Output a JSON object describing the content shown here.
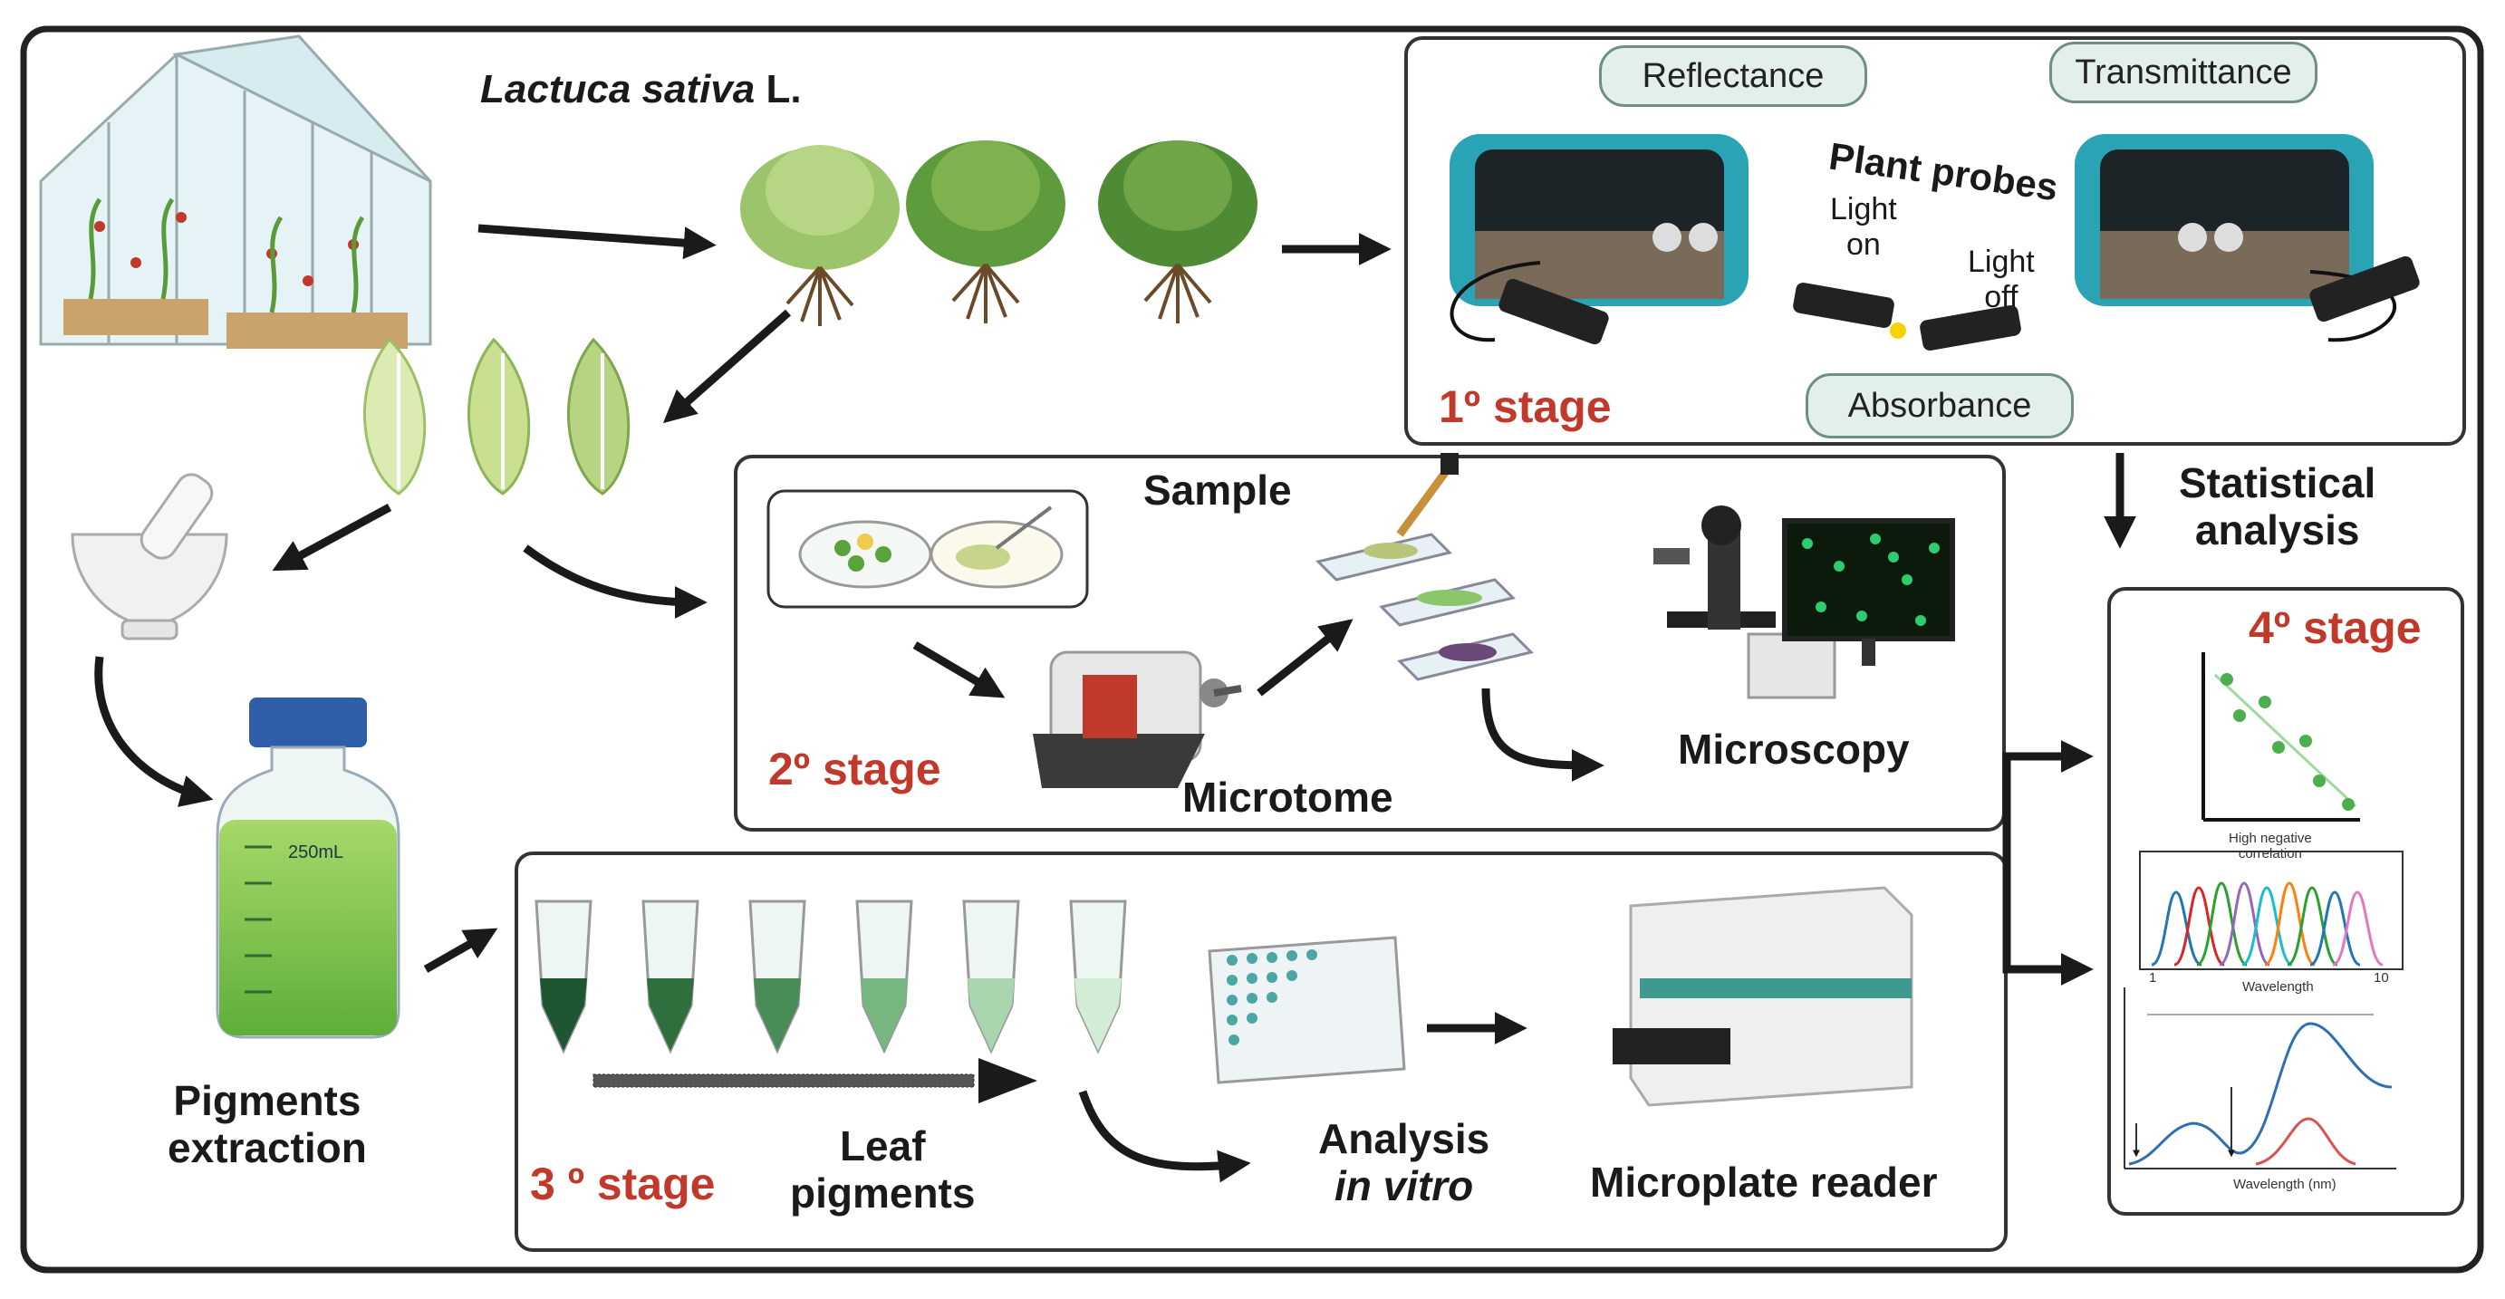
{
  "species": {
    "genus_species": "Lactuca sativa",
    "authority": "L."
  },
  "stage1": {
    "stage_label": "1º stage",
    "reflectance": "Reflectance",
    "transmittance": "Transmittance",
    "absorbance": "Absorbance",
    "plant_probes": "Plant probes",
    "light_on": [
      "Light",
      "on"
    ],
    "light_off": [
      "Light",
      "off"
    ]
  },
  "stage2": {
    "stage_label": "2º stage",
    "sample": "Sample",
    "microtome": "Microtome",
    "microscopy": "Microscopy"
  },
  "stage3": {
    "stage_label": "3 º stage",
    "leaf_pigments": [
      "Leaf",
      "pigments"
    ],
    "analysis": "Analysis",
    "in_vitro": "in vitro",
    "microplate_reader": "Microplate reader",
    "bottle_volume": "250mL"
  },
  "extraction": {
    "label": [
      "Pigments",
      "extraction"
    ]
  },
  "stats": {
    "title": [
      "Statistical",
      "analysis"
    ],
    "stage_label": "4º stage",
    "correlation_caption": [
      "High negative",
      "correlation"
    ],
    "spectrum_xlabel": "Wavelength",
    "spectrum_tick_start": "1",
    "spectrum_tick_end": "10",
    "curve_xlabel": "Wavelength (nm)"
  },
  "colors": {
    "stage_red": "#c0392b",
    "pill_fill": "#e3efe9",
    "device_teal": "#2aa3b5",
    "extract_green": "#7cc24a",
    "frame": "#222222"
  }
}
